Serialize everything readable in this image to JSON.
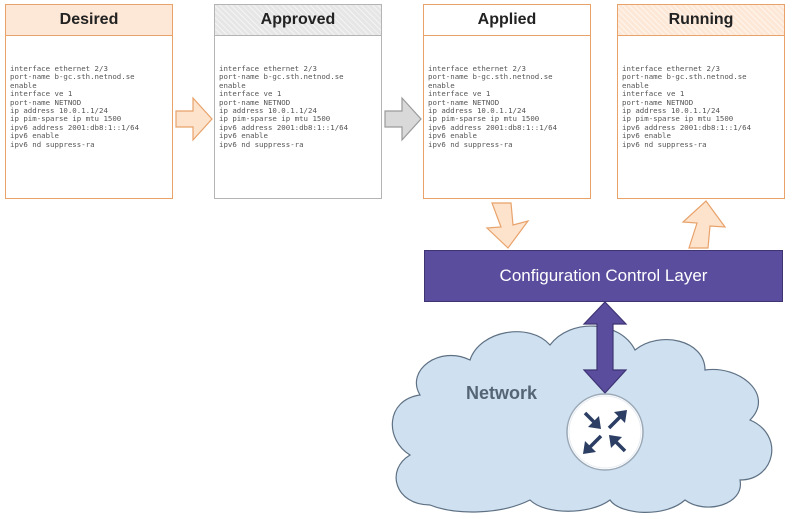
{
  "stages": [
    {
      "title": "Desired",
      "config": [
        "interface ethernet 2/3",
        "port-name b-gc.sth.netnod.se",
        "enable",
        "interface ve 1",
        "port-name NETNOD",
        "ip address 10.0.1.1/24",
        "ip pim-sparse ip mtu 1500",
        "ipv6 address 2001:db8:1::1/64",
        "ipv6 enable",
        "ipv6 nd suppress-ra"
      ]
    },
    {
      "title": "Approved",
      "config": [
        "interface ethernet 2/3",
        "port-name b-gc.sth.netnod.se",
        "enable",
        "interface ve 1",
        "port-name NETNOD",
        "ip address 10.0.1.1/24",
        "ip pim-sparse ip mtu 1500",
        "ipv6 address 2001:db8:1::1/64",
        "ipv6 enable",
        "ipv6 nd suppress-ra"
      ]
    },
    {
      "title": "Applied",
      "config": [
        "interface ethernet 2/3",
        "port-name b-gc.sth.netnod.se",
        "enable",
        "interface ve 1",
        "port-name NETNOD",
        "ip address 10.0.1.1/24",
        "ip pim-sparse ip mtu 1500",
        "ipv6 address 2001:db8:1::1/64",
        "ipv6 enable",
        "ipv6 nd suppress-ra"
      ]
    },
    {
      "title": "Running",
      "config": [
        "interface ethernet 2/3",
        "port-name b-gc.sth.netnod.se",
        "enable",
        "interface ve 1",
        "port-name NETNOD",
        "ip address 10.0.1.1/24",
        "ip pim-sparse ip mtu 1500",
        "ipv6 address 2001:db8:1::1/64",
        "ipv6 enable",
        "ipv6 nd suppress-ra"
      ]
    }
  ],
  "control_layer": {
    "label": "Configuration Control Layer"
  },
  "network": {
    "label": "Network"
  },
  "icons": [
    "arrow-right-icon",
    "arrow-down-icon",
    "arrow-up-icon",
    "double-arrow-icon",
    "cloud-icon",
    "router-icon"
  ],
  "colors": {
    "orange_border": "#e8a26a",
    "orange_fill": "#fde8d7",
    "gray_fill": "#e6e6e6",
    "gray_border": "#b4b4b4",
    "purple": "#5b4d9d",
    "cloud_fill": "#cfe0f0",
    "router_arrows": "#2c3e63"
  }
}
